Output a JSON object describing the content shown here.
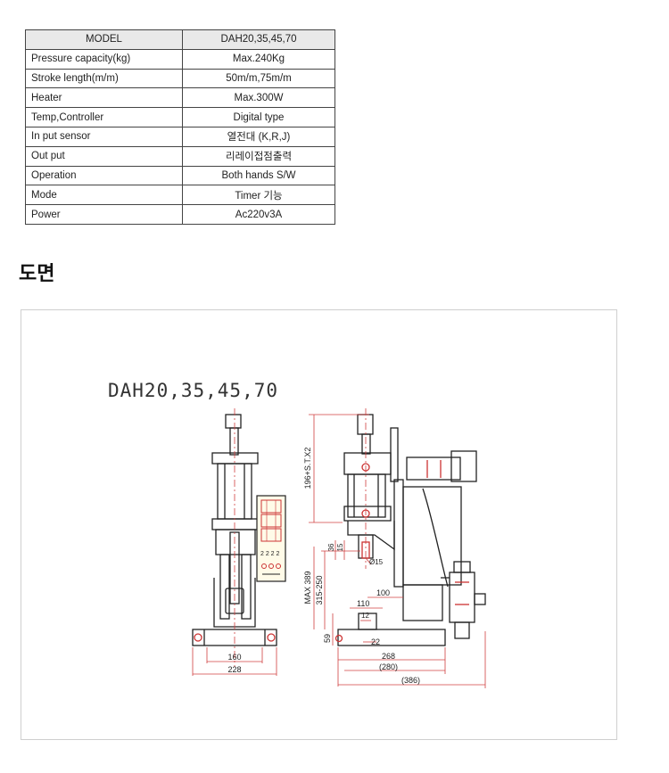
{
  "spec_table": {
    "header": {
      "label": "MODEL",
      "value": "DAH20,35,45,70"
    },
    "rows": [
      {
        "label": "Pressure capacity(kg)",
        "value": "Max.240Kg"
      },
      {
        "label": "Stroke length(m/m)",
        "value": "50m/m,75m/m"
      },
      {
        "label": "Heater",
        "value": "Max.300W"
      },
      {
        "label": "Temp,Controller",
        "value": "Digital type"
      },
      {
        "label": "In put sensor",
        "value": "열전대 (K,R,J)"
      },
      {
        "label": "Out put",
        "value": "리레이접점출력"
      },
      {
        "label": "Operation",
        "value": "Both hands S/W"
      },
      {
        "label": "Mode",
        "value": "Timer 기능"
      },
      {
        "label": "Power",
        "value": "Ac220v3A"
      }
    ]
  },
  "drawing_heading": "도면",
  "drawing": {
    "title": "DAH20,35,45,70",
    "dims": {
      "d160": "160",
      "d228": "228",
      "stroke": "196+S.T.X2",
      "max389": "MAX 389",
      "range": "315-250",
      "d36": "36",
      "d15": "15",
      "phi15": "Ø15",
      "d100": "100",
      "d110": "110",
      "d12": "12",
      "d22": "22",
      "d59": "59",
      "d268": "268",
      "d280": "(280)",
      "d386": "(386)"
    },
    "line_color": "#222222",
    "dim_color": "#d04040"
  }
}
